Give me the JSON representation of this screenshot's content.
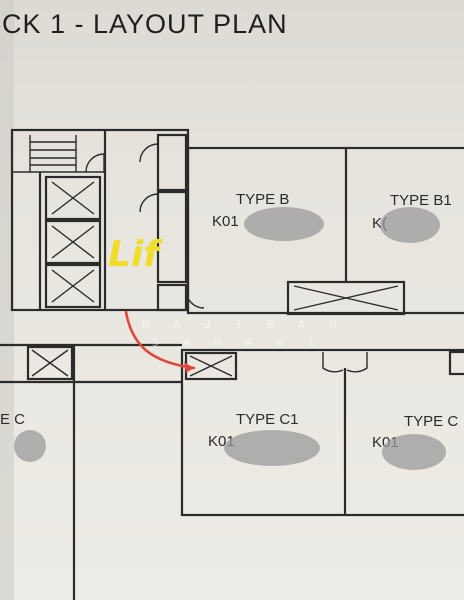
{
  "plan": {
    "title": "CK 1 - LAYOUT PLAN",
    "units": [
      {
        "type": "TYPE B",
        "code": "K01"
      },
      {
        "type": "TYPE B1",
        "code": "K("
      },
      {
        "type": "TYPE C1",
        "code": "K01"
      },
      {
        "type": "TYPE C",
        "code": "K01"
      },
      {
        "type": "E C",
        "code": ""
      }
    ]
  },
  "annotation": {
    "label": "Lif",
    "arrow_color": "#e2473b"
  },
  "watermark": {
    "line1": "N A J I B A H",
    "line2": "S A H A R I"
  }
}
